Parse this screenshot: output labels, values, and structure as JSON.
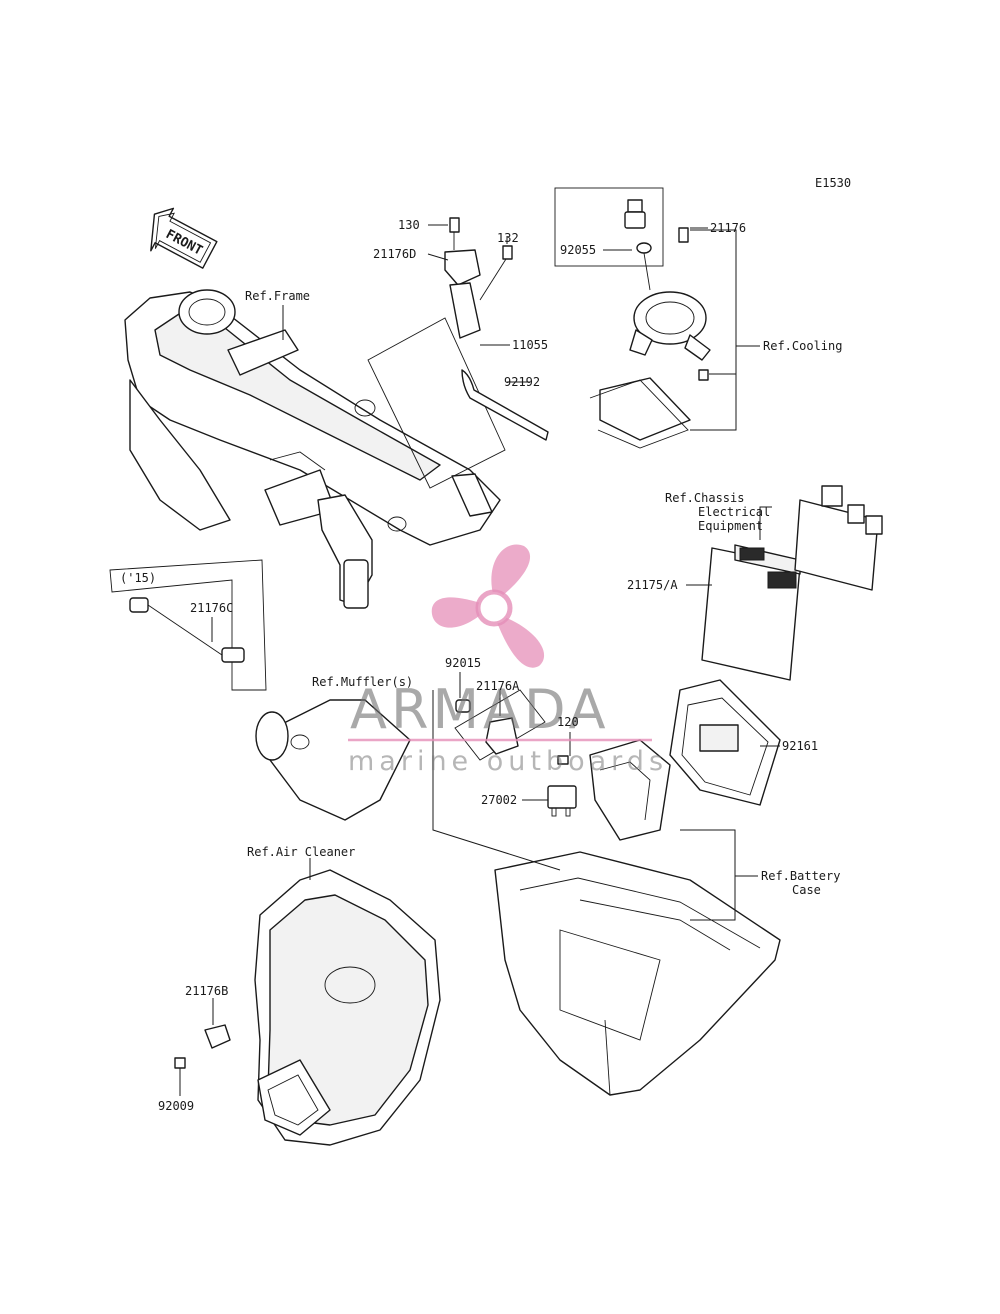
{
  "diagram_id": "E1530",
  "front_label": "FRONT",
  "watermark": {
    "brand": "ARMADA",
    "tagline": "marine outboards",
    "color": "#e58fb8"
  },
  "labels": {
    "p130": "130",
    "p132": "132",
    "p21176D": "21176D",
    "p11055": "11055",
    "p92192": "92192",
    "p21176": "21176",
    "p92055": "92055",
    "ref_cooling": "Ref.Cooling",
    "ref_frame": "Ref.Frame",
    "ref_chassis_1": "Ref.Chassis",
    "ref_chassis_2": "Electrical",
    "ref_chassis_3": "Equipment",
    "p21175A": "21175/A",
    "p92161": "92161",
    "y15": "('15)",
    "p21176C": "21176C",
    "ref_muffler": "Ref.Muffler(s)",
    "p92015": "92015",
    "p21176A": "21176A",
    "p120": "120",
    "p27002": "27002",
    "ref_battery_1": "Ref.Battery",
    "ref_battery_2": "Case",
    "ref_air_cleaner": "Ref.Air Cleaner",
    "p21176B": "21176B",
    "p92009": "92009"
  }
}
